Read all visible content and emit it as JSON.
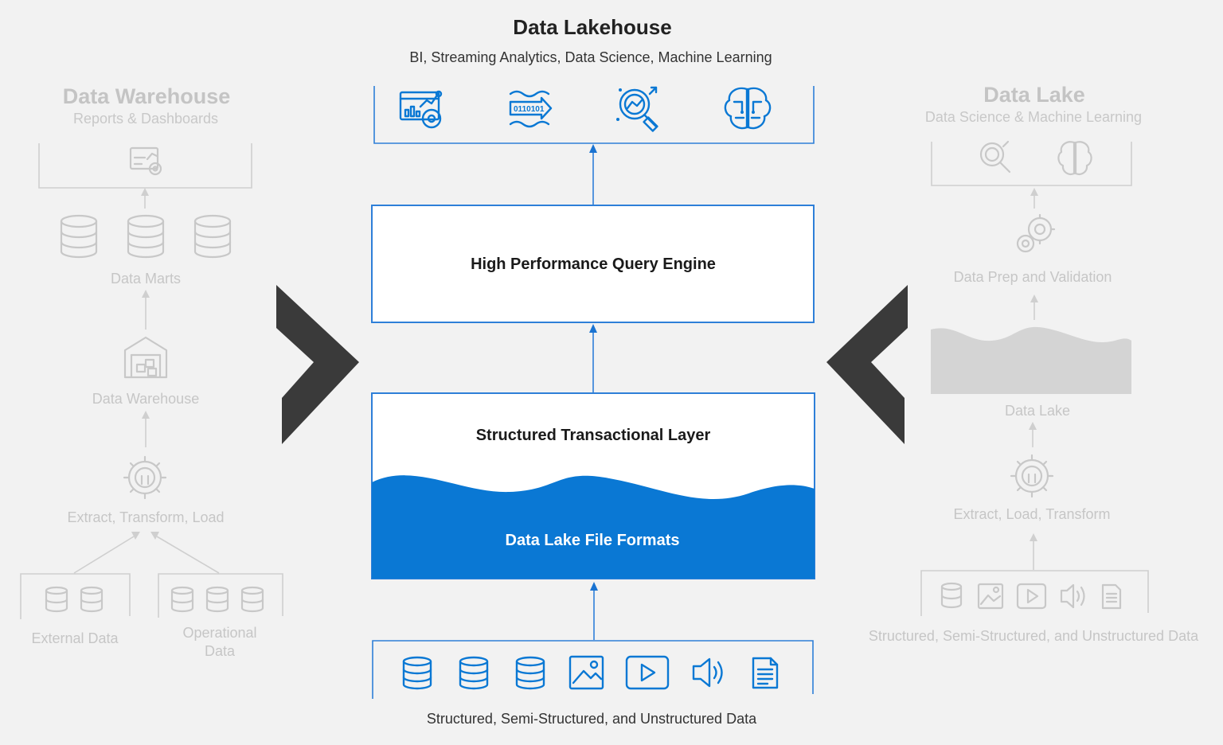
{
  "lakehouse": {
    "title": "Data Lakehouse",
    "subtitle": "BI, Streaming Analytics, Data Science, Machine Learning",
    "query_engine": "High Performance Query Engine",
    "transactional_layer": "Structured Transactional Layer",
    "file_formats": "Data Lake File Formats",
    "sources_label": "Structured, Semi-Structured, and Unstructured Data",
    "top_icons": [
      "bi-dashboard-icon",
      "streaming-binary-icon",
      "data-science-magnifier-icon",
      "machine-learning-brain-icon"
    ],
    "source_icons": [
      "database-icon",
      "database-icon",
      "database-icon",
      "image-icon",
      "video-play-icon",
      "audio-speaker-icon",
      "document-icon"
    ]
  },
  "warehouse": {
    "title": "Data Warehouse",
    "subtitle": "Reports & Dashboards",
    "data_marts": "Data Marts",
    "data_warehouse": "Data Warehouse",
    "etl": "Extract, Transform, Load",
    "external_data": "External Data",
    "operational_data_line1": "Operational",
    "operational_data_line2": "Data"
  },
  "lake": {
    "title": "Data Lake",
    "subtitle": "Data Science & Machine Learning",
    "prep": "Data Prep and Validation",
    "data_lake": "Data Lake",
    "elt": "Extract, Load, Transform",
    "sources_label": "Structured, Semi-Structured, and Unstructured Data"
  },
  "colors": {
    "accent_blue": "#0a78d4",
    "faded_gray": "#c8c8c8",
    "chevron": "#3a3a3a",
    "background": "#f2f2f2"
  }
}
